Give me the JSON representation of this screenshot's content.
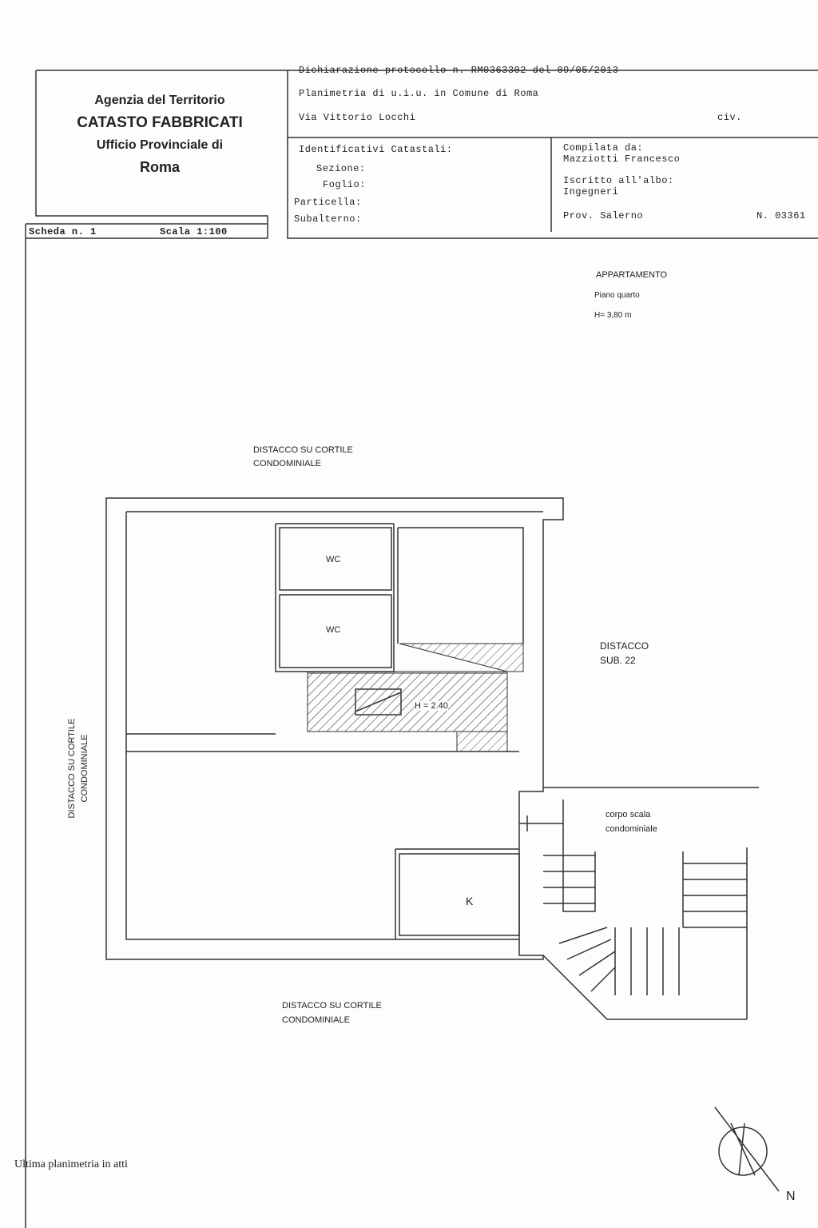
{
  "agency": {
    "line1": "Agenzia del Territorio",
    "line2": "CATASTO FABBRICATI",
    "line3": "Ufficio Provinciale di",
    "line4": "Roma"
  },
  "header": {
    "declaration": "Dichiarazione protocollo n. RM0363302 del 09/05/2013",
    "plan_of": "Planimetria di u.i.u. in Comune di Roma",
    "address": "Via Vittorio Locchi",
    "civ": "civ."
  },
  "identifiers": {
    "title": "Identificativi Catastali:",
    "sezione": "Sezione:",
    "foglio": "Foglio:",
    "particella": "Particella:",
    "subalterno": "Subalterno:"
  },
  "compiler": {
    "label": "Compilata da:",
    "name": "Mazziotti Francesco",
    "registered_label": "Iscritto all'albo:",
    "registry": "Ingegneri",
    "province": "Prov. Salerno",
    "number": "N. 03361"
  },
  "sheet": {
    "scheda": "Scheda n. 1",
    "scala": "Scala 1:100"
  },
  "plan": {
    "unit": "APPARTAMENTO",
    "floor": "Piano quarto",
    "height": "H= 3,80 m",
    "top_note_1": "DISTACCO SU CORTILE",
    "top_note_2": "CONDOMINIALE",
    "left_note_1": "DISTACCO SU CORTILE",
    "left_note_2": "CONDOMINIALE",
    "bottom_note_1": "DISTACCO SU CORTILE",
    "bottom_note_2": "CONDOMINIALE",
    "right_note_1": "DISTACCO",
    "right_note_2": "SUB. 22",
    "wc1": "WC",
    "wc2": "WC",
    "hatched_height": "H = 2.40",
    "kitchen": "K",
    "stair_1": "corpo scala",
    "stair_2": "condominiale"
  },
  "footer": {
    "last_plan": "Ultima planimetria in atti",
    "north": "N"
  }
}
